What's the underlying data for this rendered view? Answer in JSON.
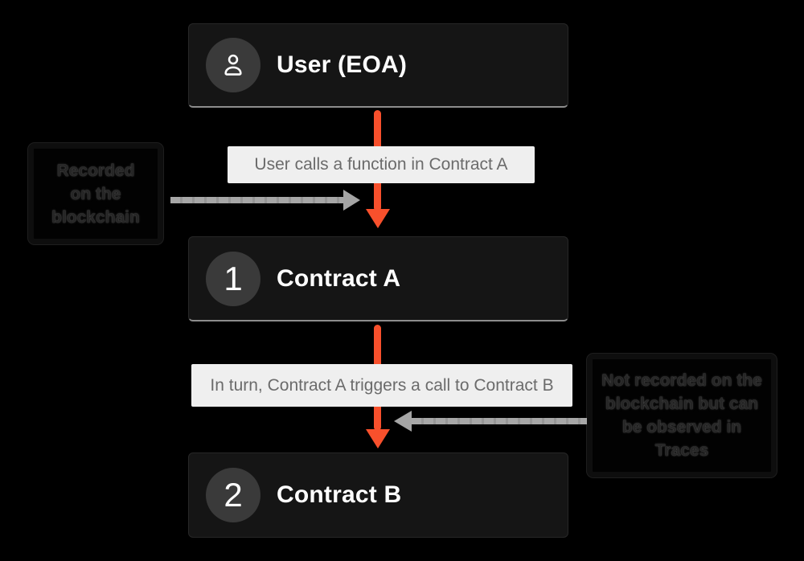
{
  "diagram": {
    "background_color": "#000000",
    "accent_orange": "#f8502c",
    "arrow_gray": "#a5a5a5",
    "node_background": "#151515",
    "label_background": "#efefef",
    "label_text_color": "#6b6b6b",
    "nodes": [
      {
        "id": "user",
        "title": "User (EOA)",
        "badge_icon": "user-icon"
      },
      {
        "id": "contract-a",
        "title": "Contract A",
        "badge": "1"
      },
      {
        "id": "contract-b",
        "title": "Contract B",
        "badge": "2"
      }
    ],
    "flow_labels": [
      {
        "text": "User calls a function in Contract A"
      },
      {
        "text": "In turn, Contract A triggers a call to Contract B"
      }
    ],
    "callouts": [
      {
        "side": "left",
        "lines": [
          "Recorded",
          "on the",
          "blockchain"
        ]
      },
      {
        "side": "right",
        "lines": [
          "Not recorded on the",
          "blockchain but can",
          "be observed in",
          "Traces"
        ]
      }
    ]
  }
}
